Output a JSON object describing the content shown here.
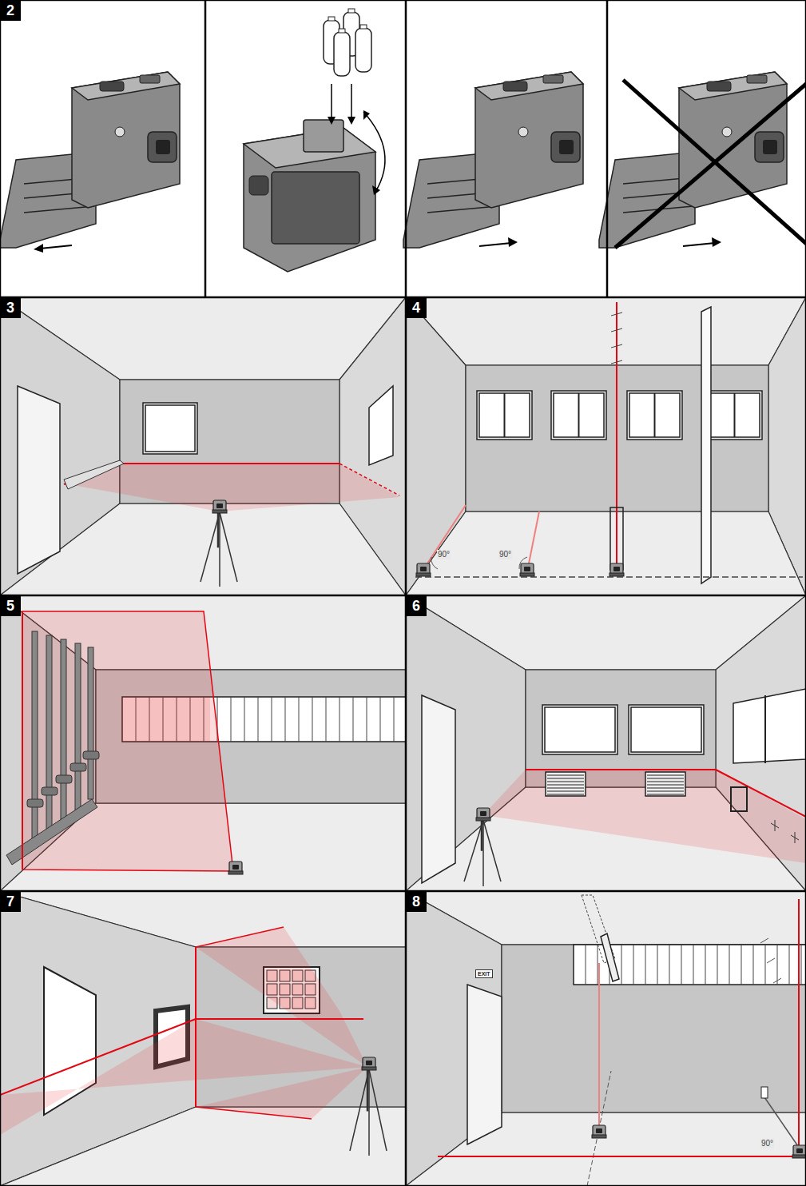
{
  "diagram": {
    "labels": [
      "2",
      "3",
      "4",
      "5",
      "6",
      "7",
      "8",
      "90°",
      "90°",
      "EXIT",
      "90°"
    ]
  }
}
